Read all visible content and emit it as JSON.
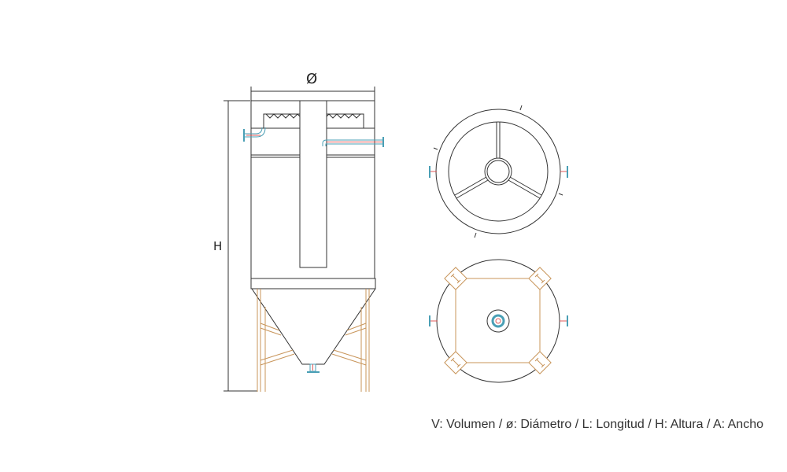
{
  "labels": {
    "diameter": "Ø",
    "height": "H"
  },
  "legend": "V: Volumen / ø: Diámetro / L: Longitud / H: Altura / A: Ancho",
  "colors": {
    "line": "#333333",
    "frame": "#c8955a",
    "pipe": "#4a9fb5",
    "pipe_inner": "#e05a5a"
  }
}
